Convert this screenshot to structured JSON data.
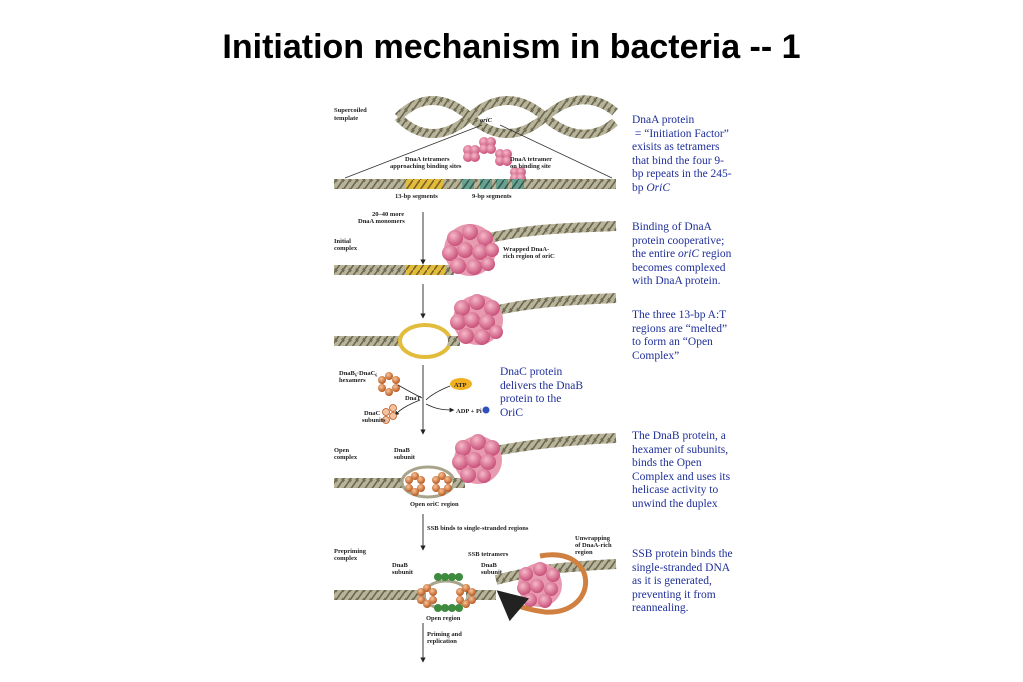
{
  "title": "Initiation mechanism in bacteria -- 1",
  "annotations": {
    "dnaa_line1": "DnaA protein",
    "dnaa_line2": " = “Initiation Factor”",
    "dnaa_line3": "exisits as tetramers",
    "dnaa_line4": "that bind the four 9-",
    "dnaa_line5": "bp repeats in the 245-",
    "dnaa_line6_prefix": "bp ",
    "dnaa_line6_italic": "OriC",
    "binding_line1": "Binding of DnaA",
    "binding_line2": "protein cooperative;",
    "binding_line3_prefix": "the entire ",
    "binding_line3_italic": "oriC",
    "binding_line3_suffix": " region",
    "binding_line4": "becomes complexed",
    "binding_line5": "with DnaA protein.",
    "melted": "The three 13-bp A:T\nregions are “melted”\nto form an “Open\nComplex”",
    "dnac": "DnaC protein\ndelivers the DnaB\nprotein to the\nOriC",
    "dnab": "The DnaB protein, a\nhexamer of subunits,\nbinds the Open\nComplex and uses its\nhelicase activity to\nunwind the duplex",
    "ssb": "SSB protein binds the\nsingle-stranded DNA\nas it is generated,\npreventing it from\nreannealing."
  },
  "figure_labels": {
    "supercoiled": "Supercoiled",
    "template": "template",
    "oric_small": "oriC",
    "dnaa_approach_1": "DnaA tetramers",
    "dnaa_approach_2": "approaching binding sites",
    "dnaa_on_1": "DnaA tetramer",
    "dnaa_on_2": "on binding site",
    "seg13": "13-bp segments",
    "seg9": "9-bp segments",
    "more_1": "20–40 more",
    "more_2": "DnaA monomers",
    "initial_1": "Initial",
    "initial_2": "complex",
    "wrapped_1": "Wrapped DnaA-",
    "wrapped_2": "rich region of oriC",
    "dnab_dnac_1": "DnaB₆·DnaC₆",
    "dnab_dnac_2": "hexamers",
    "atp": "ATP",
    "dnat": "DnaT",
    "adp": "ADP + Pi",
    "dnac_sub_1": "DnaC",
    "dnac_sub_2": "subunits",
    "open_1": "Open",
    "open_2": "complex",
    "dnab_sub_1": "DnaB",
    "dnab_sub_2": "subunit",
    "open_oric": "Open oriC region",
    "ssb_binds": "SSB binds to single-stranded regions",
    "unwrap_1": "Unwrapping",
    "unwrap_2": "of DnaA-rich",
    "unwrap_3": "region",
    "prepriming_1": "Prepriming",
    "prepriming_2": "complex",
    "ssb_tet": "SSB tetramers",
    "open_region": "Open region",
    "priming_1": "Priming and",
    "priming_2": "replication"
  },
  "colors": {
    "annotation_text": "#1f2f9a",
    "dna_strand": "#a8a48c",
    "at_region": "#d8b030",
    "dnaa_protein": "#e07a98",
    "dnab_protein": "#d07a40",
    "ssb_protein": "#3e8a3e",
    "atp_badge": "#f0b020",
    "arrow": "#d08040"
  }
}
